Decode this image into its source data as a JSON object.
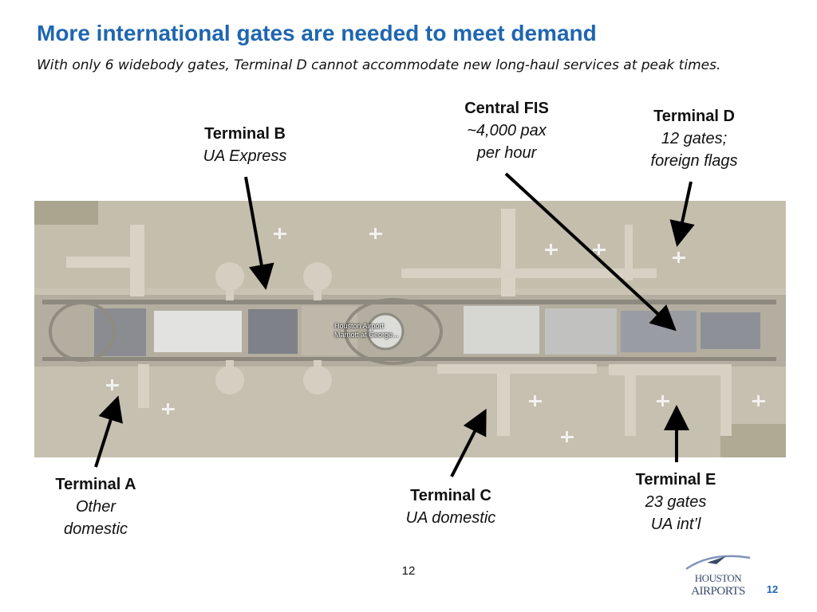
{
  "header": {
    "title": "More international gates are needed to meet demand",
    "subtitle": "With only 6 widebody gates, Terminal D cannot accommodate new long-haul services at peak times."
  },
  "labels": {
    "terminal_b": {
      "name": "Terminal B",
      "desc": "UA Express"
    },
    "central_fis": {
      "name": "Central FIS",
      "desc_line1": "~4,000 pax",
      "desc_line2": "per hour"
    },
    "terminal_d": {
      "name": "Terminal D",
      "desc_line1": "12 gates;",
      "desc_line2": "foreign flags"
    },
    "terminal_a": {
      "name": "Terminal A",
      "desc_line1": "Other",
      "desc_line2": "domestic"
    },
    "terminal_c": {
      "name": "Terminal C",
      "desc": "UA domestic"
    },
    "terminal_e": {
      "name": "Terminal E",
      "desc_line1": "23 gates",
      "desc_line2": "UA int’l"
    }
  },
  "map": {
    "hotel_label_line1": "Houston Airport",
    "hotel_label_line2": "Marriott at George..."
  },
  "footer": {
    "page_number": "12",
    "slide_number": "12",
    "logo_line1": "HOUSTON",
    "logo_line2": "AIRPORTS"
  },
  "colors": {
    "title": "#1f66b0",
    "arrow": "#000000",
    "apron": "#c8c2b2"
  }
}
